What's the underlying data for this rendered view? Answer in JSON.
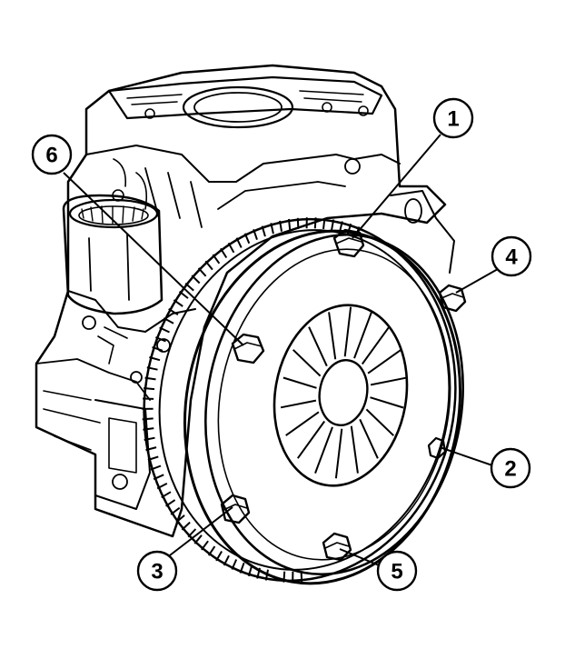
{
  "callouts": [
    {
      "id": "1",
      "label": "1"
    },
    {
      "id": "2",
      "label": "2"
    },
    {
      "id": "3",
      "label": "3"
    },
    {
      "id": "4",
      "label": "4"
    },
    {
      "id": "5",
      "label": "5"
    },
    {
      "id": "6",
      "label": "6"
    }
  ],
  "colors": {
    "ink": "#000000",
    "paper": "#ffffff",
    "shade": "#d9d9d9"
  }
}
